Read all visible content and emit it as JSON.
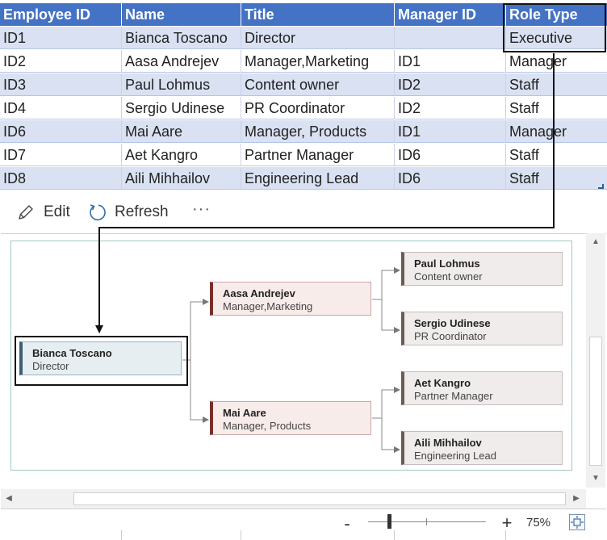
{
  "table": {
    "headers": [
      "Employee ID",
      "Name",
      "Title",
      "Manager ID",
      "Role Type"
    ],
    "rows": [
      [
        "ID1",
        "Bianca Toscano",
        "Director",
        "",
        "Executive"
      ],
      [
        "ID2",
        "Aasa Andrejev",
        "Manager,Marketing",
        "ID1",
        "Manager"
      ],
      [
        "ID3",
        "Paul Lohmus",
        "Content owner",
        "ID2",
        "Staff"
      ],
      [
        "ID4",
        "Sergio Udinese",
        "PR Coordinator",
        "ID2",
        "Staff"
      ],
      [
        "ID6",
        "Mai Aare",
        "Manager, Products",
        "ID1",
        "Manager"
      ],
      [
        "ID7",
        "Aet Kangro",
        "Partner Manager",
        "ID6",
        "Staff"
      ],
      [
        "ID8",
        "Aili Mihhailov",
        "Engineering Lead",
        "ID6",
        "Staff"
      ]
    ]
  },
  "toolbar": {
    "edit_label": "Edit",
    "refresh_label": "Refresh",
    "more_label": "···"
  },
  "org_chart": {
    "root": {
      "name": "Bianca Toscano",
      "title": "Director"
    },
    "managers": [
      {
        "name": "Aasa Andrejev",
        "title": "Manager,Marketing"
      },
      {
        "name": "Mai Aare",
        "title": "Manager, Products"
      }
    ],
    "staff": [
      {
        "name": "Paul Lohmus",
        "title": "Content owner"
      },
      {
        "name": "Sergio Udinese",
        "title": "PR Coordinator"
      },
      {
        "name": "Aet Kangro",
        "title": "Partner Manager"
      },
      {
        "name": "Aili Mihhailov",
        "title": "Engineering Lead"
      }
    ]
  },
  "zoom": {
    "minus": "-",
    "plus": "+",
    "percent": "75%"
  },
  "colors": {
    "header_bg": "#4472c4",
    "band_bg": "#d9e1f2",
    "manager_accent": "#7a2f2a",
    "root_accent": "#3c5f78",
    "staff_accent": "#6e5a55"
  }
}
